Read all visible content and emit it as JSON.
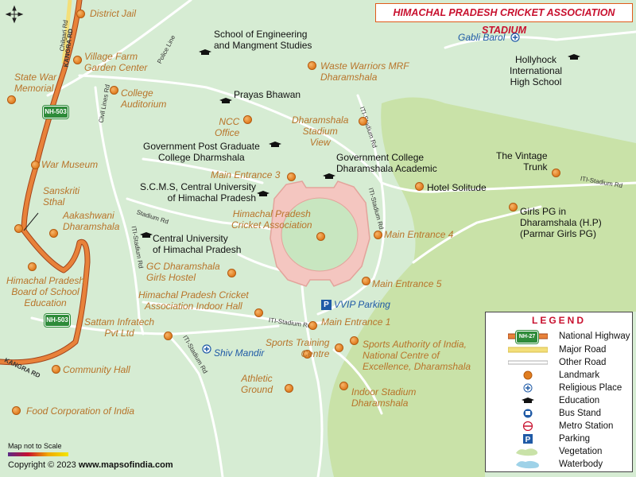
{
  "title": "HIMACHAL PRADESH CRICKET ASSOCIATION STADIUM",
  "landmarks": {
    "district_jail": "District Jail",
    "village_farm": "Village Farm\nGarden Center",
    "state_war": "State War\nMemorial",
    "college_aud": "College\nAuditorium",
    "ncc": "NCC\nOffice",
    "waste": "Waste Warriors MRF\nDharamshala",
    "stadium_view": "Dharamshala\nStadium\nView",
    "war_museum": "War Museum",
    "main3": "Main Entrance 3",
    "hpca": "Himachal Pradesh\nCricket Association",
    "main4": "Main Entrance 4",
    "main5": "Main Entrance 5",
    "hotel": "Hotel Solitude",
    "vintage": "The Vintage\nTrunk",
    "girls_pg": "Girls PG in\nDharamshala (H.P)\n(Parmar Girls PG)",
    "sanskriti": "Sanskriti\nSthal",
    "aakashwani": "Aakashwani\nDharamshala",
    "hp_board": "Himachal Pradesh\nBoard of School\nEducation",
    "gc_hostel": "GC Dharamshala\nGirls Hostel",
    "indoor_hall": "Himachal Pradesh Cricket\nAssociation Indoor Hall",
    "sattam": "Sattam Infratech\nPvt Ltd",
    "main1": "Main Entrance 1",
    "sports_training": "Sports Training\nCentre",
    "sai": "Sports Authority of India,\nNational Centre of\nExcellence, Dharamshala",
    "community": "Community Hall",
    "athletic": "Athletic\nGround",
    "indoor_stadium": "Indoor Stadium\nDharamshala",
    "food_corp": "Food Corporation of India"
  },
  "education": {
    "school_eng": "School of Engineering\nand Mangment Studies",
    "prayas": "Prayas Bhawan",
    "govt_pg": "Government Post Graduate\nCollege Dharmshala",
    "govt_acad": "Government College\nDharamshala Academic",
    "scms": "S.C.M.S, Central University\nof Himachal Pradesh",
    "cuhp": "Central University\nof Himachal Pradesh",
    "hollyhock": "Hollyhock\nInternational\nHigh School"
  },
  "religious": {
    "gabli": "Gabli Barol",
    "shiv": "Shiv Mandir"
  },
  "parking": {
    "vvip": "VVIP Parking",
    "symbol": "P"
  },
  "roads": {
    "chilgari": "Chilgari Rd",
    "kangra_top": "KANGRA RD",
    "kangra_bottom": "KANGRA RD",
    "police_line": "Police Line",
    "civil_lines": "Civil Lines Rd",
    "stadium_rd": "Stadium Rd",
    "iti_stadium_1": "ITI-Stadium Rd",
    "iti_stadium_2": "ITI-Stadium Rd",
    "iti_stadium_3": "ITI-Stadium Rd",
    "iti_stadium_4": "ITI-Stadium Rd",
    "iti_stadium_5": "ITI-Stadium Rd",
    "iti_stadium_6": "ITI-Stadium Rd",
    "nh_top": "NH-503",
    "nh_bottom": "NH-503"
  },
  "legend": {
    "title": "LEGEND",
    "nh_badge": "NH-27",
    "items": [
      "National Highway",
      "Major Road",
      "Other Road",
      "Landmark",
      "Religious Place",
      "Education",
      "Bus Stand",
      "Metro Station",
      "Parking",
      "Vegetation",
      "Waterbody"
    ]
  },
  "footer": {
    "scale_note": "Map not to Scale",
    "copyright": "Copyright © 2023",
    "site": "www.mapsofindia.com"
  },
  "colors": {
    "background": "#d6ecd3",
    "vegetation": "#c9e2a8",
    "highway": "#e8823a",
    "stadium": "#f4c6c0",
    "field": "#c8e6c0",
    "landmark": "#e07d20",
    "title_text": "#c8102e"
  }
}
